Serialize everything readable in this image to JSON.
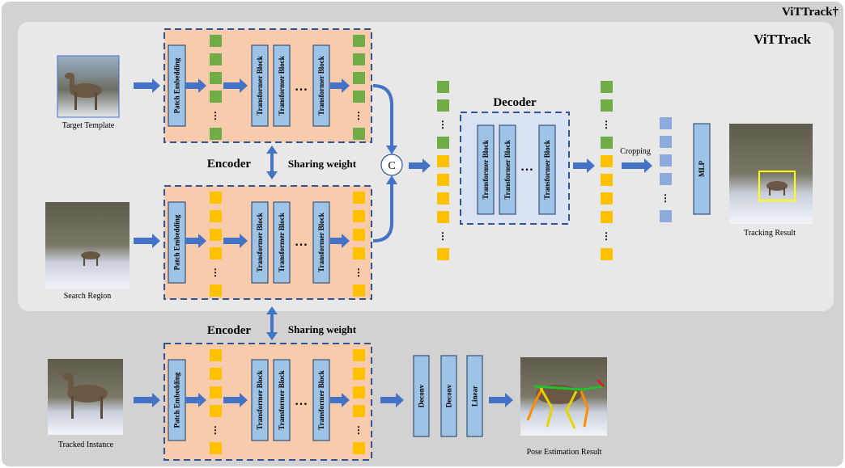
{
  "titles": {
    "outer": "ViTTrack†",
    "inner": "ViTTrack"
  },
  "images": {
    "target_template": "Target Template",
    "search_region": "Search Region",
    "tracked_instance": "Tracked Instance",
    "tracking_result": "Tracking Result",
    "pose_result": "Pose Estimation Result"
  },
  "blocks": {
    "patch_embedding": "Patch Embedding",
    "transformer_block": "Transformer Block",
    "mlp": "MLP",
    "deconv": "Deconv",
    "linear": "Linear"
  },
  "labels": {
    "encoder": "Encoder",
    "sharing_weight": "Sharing weight",
    "decoder": "Decoder",
    "cropping": "Cropping",
    "concat": "C",
    "ellipsis_h": "…",
    "ellipsis_v": "⋮"
  },
  "colors": {
    "outer_bg": "#d2d2d2",
    "inner_bg": "#e8e8e8",
    "encoder_fill": "#f8cbad",
    "decoder_fill": "#dae3f3",
    "block_fill": "#9dc3e6",
    "dash_border": "#2f5597",
    "arrow": "#4472c4",
    "token_green": "#70ad47",
    "token_orange": "#ffc000",
    "token_blue": "#8faadc"
  }
}
